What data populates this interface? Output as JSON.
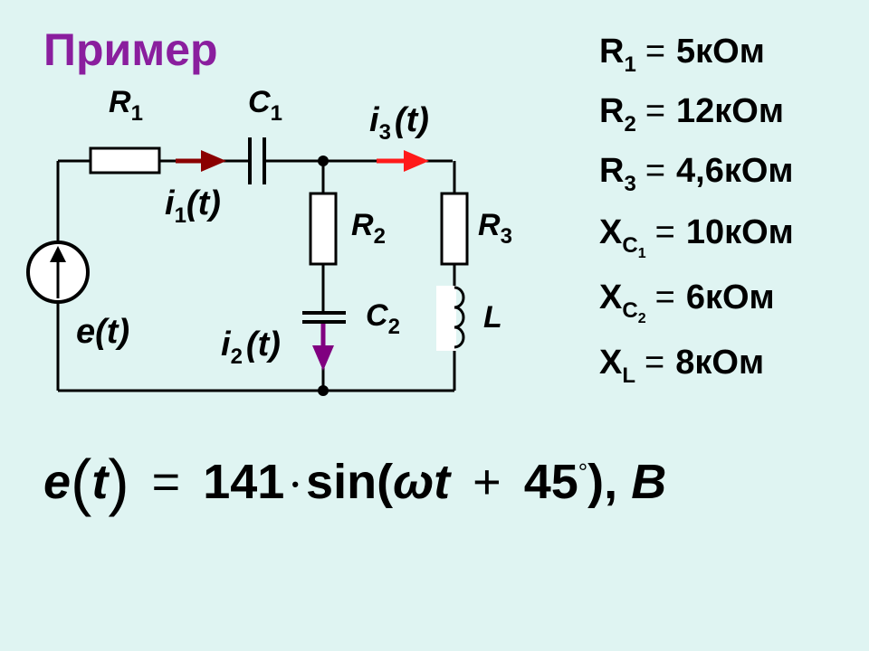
{
  "title": "Пример",
  "circuit": {
    "labels": {
      "r1": "R",
      "r1_sub": "1",
      "c1": "C",
      "c1_sub": "1",
      "i3": "i",
      "i3_sub": "3",
      "i3_arg": "(t)",
      "i1": "i",
      "i1_sub": "1",
      "i1_arg": "(t)",
      "r2": "R",
      "r2_sub": "2",
      "r3": "R",
      "r3_sub": "3",
      "c2": "C",
      "c2_sub": "2",
      "l": "L",
      "e": "e(t)",
      "i2": "i",
      "i2_sub": "2",
      "i2_arg": "(t)"
    },
    "colors": {
      "wire": "#000000",
      "i1_arrow": "#8b0000",
      "i3_arrow": "#ff1a1a",
      "i2_arrow": "#800080",
      "component_fill": "#ffffff"
    }
  },
  "parameters": [
    {
      "symbol": "R",
      "sub": "1",
      "subsub": "",
      "value": "5кОм"
    },
    {
      "symbol": "R",
      "sub": "2",
      "subsub": "",
      "value": "12кОм"
    },
    {
      "symbol": "R",
      "sub": "3",
      "subsub": "",
      "value": "4,6кОм"
    },
    {
      "symbol": "X",
      "sub": "C",
      "subsub": "1",
      "value": "10кОм"
    },
    {
      "symbol": "X",
      "sub": "C",
      "subsub": "2",
      "value": "6кОм"
    },
    {
      "symbol": "X",
      "sub": "L",
      "subsub": "",
      "value": "8кОм"
    }
  ],
  "formula": {
    "lhs_func": "e",
    "lhs_arg": "t",
    "amplitude": "141",
    "func": "sin(",
    "omega": "ω",
    "t": "t",
    "phase": "45",
    "deg_symbol": "°",
    "tail": "),",
    "unit": "B"
  }
}
